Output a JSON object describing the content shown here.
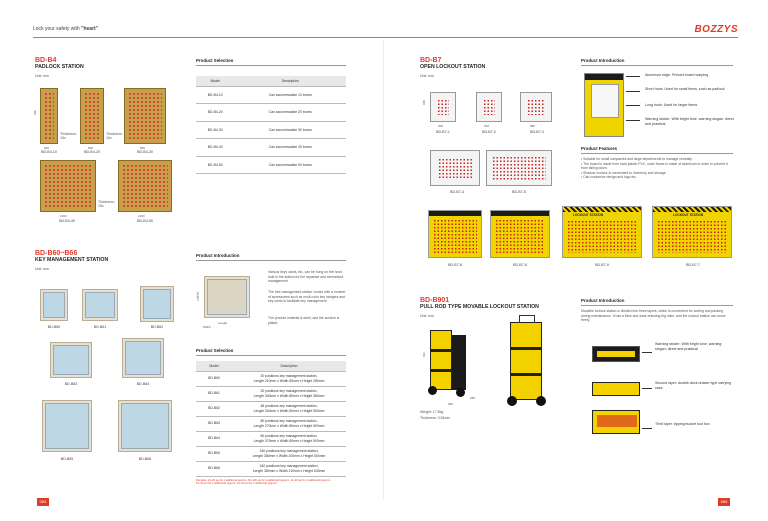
{
  "header": {
    "tagline_prefix": "Lock your safety with ",
    "tagline_emphasis": "\"heart\"",
    "brand": "BOZZYS"
  },
  "b4": {
    "code": "BD-B4",
    "title": "PADLOCK STATION",
    "unit": "Unit: mm",
    "thickness_a": "Thickness: 15c",
    "thickness_b": "Thickness: 10c",
    "thickness_c": "Thickness: 15c",
    "dim_a": "500",
    "dim_b": "500",
    "dim_c": "550",
    "dim_d": "1160",
    "dim_e": "1000",
    "dim_h": "450",
    "captions": [
      "BD-B4-10",
      "BD-B4-20",
      "BD-B4-30",
      "BD-B4-40",
      "BD-B4-50"
    ],
    "selection_title": "Product Selection",
    "col_model": "Model",
    "col_desc": "Description",
    "rows": [
      [
        "BD-B4-10",
        "Can accommodate 10 boxes"
      ],
      [
        "BD-B4-20",
        "Can accommodate 20 boxes"
      ],
      [
        "BD-B4-30",
        "Can accommodate 30 boxes"
      ],
      [
        "BD-B4-40",
        "Can accommodate 40 boxes"
      ],
      [
        "BD-B4-50",
        "Can accommodate 50 boxes"
      ]
    ]
  },
  "b60": {
    "code": "BD-B60~B66",
    "title": "KEY MANAGEMENT STATION",
    "unit": "Unit: mm",
    "captions": [
      "BD-B60",
      "BD-B61",
      "BD-B62",
      "BD-B63",
      "BD-B64",
      "BD-B65",
      "BD-B66"
    ],
    "intro_title": "Product Introduction",
    "intro_1": "Various keys cards, etc, can be hung on the hook hole in the station for the separate and centralized management.",
    "intro_2": "The free management station comes with a number of accessories such as multi-color key hangers and key cards to facilitate key management.",
    "intro_3": "The product material is steel, and the surface is plated.",
    "dim_height": "Height",
    "dim_length": "Length",
    "dim_width": "Width",
    "selection_title": "Product Selection",
    "col_model": "Model",
    "col_desc": "Description",
    "rows": [
      [
        "BD-B60",
        "20 positions key management station,",
        "Length 210mm x Width 80mm x Height 280mm"
      ],
      [
        "BD-B61",
        "32 positions key management station,",
        "Length 340mm x Width 80mm x Height 380mm"
      ],
      [
        "BD-B62",
        "48 positions key management station,",
        "Length 340mm x Width 80mm x Height 500mm"
      ],
      [
        "BD-B63",
        "80 positions key management station,",
        "Length 270mm x Width 80mm x Height 500mm"
      ],
      [
        "BD-B64",
        "80 positions key management station,",
        "Length 370mm x Width 80mm x Height 500mm"
      ],
      [
        "BD-B65",
        "160 positions key management station,",
        "Length 380mm x Width 100mm x Height 500mm"
      ],
      [
        "BD-B66",
        "240 positions key management station,",
        "Length 380mm x Width 110mm x Height 630mm"
      ]
    ],
    "footnote_1": "Remarks: 10~20 set for 1 additional (approx. 60~100 set for 1 additional) (approx. 10~30 set for 1 additional) (approx.",
    "footnote_2": "10~30 set for 1 additional) (approx. 10~30 set for 1 additional) (approx."
  },
  "b7": {
    "code": "BD-B7",
    "title": "OPEN LOCKOUT STATION",
    "unit": "Unit: mm",
    "captions": [
      "BD-B7-1",
      "BD-B7-2",
      "BD-B7-3",
      "BD-B7-4",
      "BD-B7-5",
      "BD-B7-6",
      "BD-B7-8",
      "BD-B7-9",
      "BD-B7-7"
    ],
    "dim_top": "400",
    "dim_w1": "300",
    "dim_w2": "300",
    "dim_w3": "380",
    "intro_title": "Product Introduction",
    "ann_1": "Aluminum edge: Prevent board warping",
    "ann_2": "Short hook: Used for small items, such as padlock",
    "ann_3": "Long hook: Used for larger items",
    "ann_4": "Warning sticker: With bright tone, warning slogan, direct and practical",
    "features_title": "Product Features",
    "features": [
      "• Suitable for small companies and large departments to manage centrally.",
      "• The board is made from hard plastic PVC, outer frame is made of aluminum in order to prevent it from falling down.",
      "• Shadow contour is convenient to inventory and storage.",
      "• Can customize design and logo etc."
    ],
    "banner_left": "LOCKOUT STATION",
    "banner_right": "LOCKOUT STATION"
  },
  "b901": {
    "code": "BD-B901",
    "title": "PULL ROD TYPE MOVABLE LOCKOUT STATION",
    "unit": "Unit: mm",
    "dim_h": "720",
    "dim_w": "360",
    "dim_d": "280",
    "weight": "Weight: 17.5kg",
    "thickness": "Thickness: 0.81mm",
    "intro_title": "Product Introduction",
    "intro_body": "Movable lockout station is divided into three layers, which is convenient for sorting and packing during maintenance. It has a thick and wear-resisting big roller, and the lockout station can move freely.",
    "ann_1": "Warning sticker: With bright tone, warning slogan, direct and practical",
    "ann_2": "Second layer: double-deck drawer type carrying case",
    "ann_3": "Third layer: tipping bucket tool box"
  },
  "pages": {
    "left": "083",
    "right": "084"
  }
}
